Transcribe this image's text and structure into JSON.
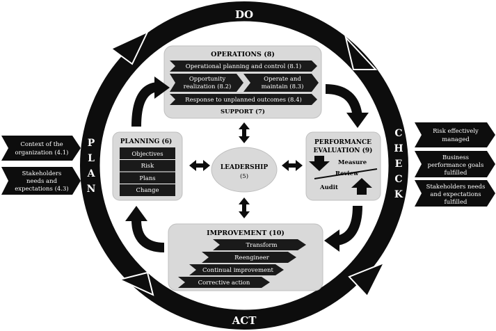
{
  "cycle": {
    "top": "DO",
    "bottom": "ACT",
    "left_letters": [
      "P",
      "L",
      "A",
      "N"
    ],
    "right_letters": [
      "C",
      "H",
      "E",
      "C",
      "K"
    ]
  },
  "operations": {
    "title": "OPERATIONS (8)",
    "item_planning": "Operational planning and control (8.1)",
    "opportunity_line1": "Opportunity",
    "opportunity_line2": "realization (8.2)",
    "operate_line1": "Operate and",
    "operate_line2": "maintain (8.3)",
    "response": "Response to unplanned outcomes (8.4)",
    "support": "SUPPORT (7)"
  },
  "planning": {
    "title": "PLANNING (6)",
    "items": [
      "Objectives",
      "Risk",
      "Plans",
      "Change"
    ]
  },
  "leadership": {
    "line1": "LEADERSHIP",
    "line2": "(5)"
  },
  "performance": {
    "title_line1": "PERFORMANCE",
    "title_line2": "EVALUATION (9)",
    "measure": "Measure",
    "review": "Review",
    "audit": "Audit"
  },
  "improvement": {
    "title": "IMPROVEMENT (10)",
    "items": [
      "Transform",
      "Reengineer",
      "Continual improvement",
      "Corrective action"
    ]
  },
  "inputs": [
    {
      "line1": "Context of the",
      "line2": "organization (4.1)"
    },
    {
      "line1": "Stakeholders",
      "line2": "needs and",
      "line3": "expectations (4.3)"
    }
  ],
  "outputs": [
    {
      "line1": "Risk effectively",
      "line2": "managed"
    },
    {
      "line1": "Business",
      "line2": "performance goals",
      "line3": "fulfilled"
    },
    {
      "line1": "Stakeholders needs",
      "line2": "and expectations",
      "line3": "fulfilled"
    }
  ],
  "colors": {
    "ring": "#0d0d0d",
    "box_fill": "#d9d9d9",
    "box_stroke": "#bfbfbf",
    "dark_band": "#1a1a1a",
    "text_light": "#ffffff",
    "text_dark": "#000000"
  }
}
